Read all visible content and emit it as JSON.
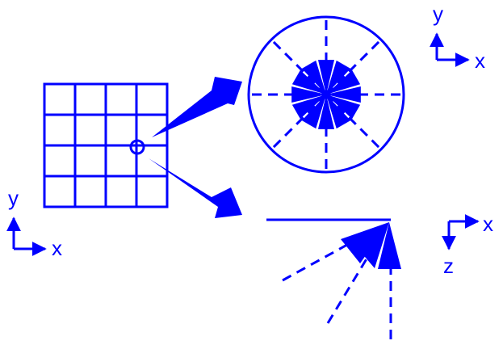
{
  "colors": {
    "stroke": "#0000ff",
    "background": "#ffffff"
  },
  "grid": {
    "rows": 4,
    "cols": 4
  },
  "axes": {
    "top_right": {
      "vertical": "y",
      "horizontal": "x"
    },
    "left": {
      "vertical": "y",
      "horizontal": "x"
    },
    "bottom_right": {
      "horizontal": "x",
      "vertical_down": "z"
    }
  },
  "icons": {
    "grid": "grid-icon",
    "sample_point": "circle-marker-icon",
    "top_view": "circular-view-icon",
    "side_view": "side-view-icon"
  }
}
